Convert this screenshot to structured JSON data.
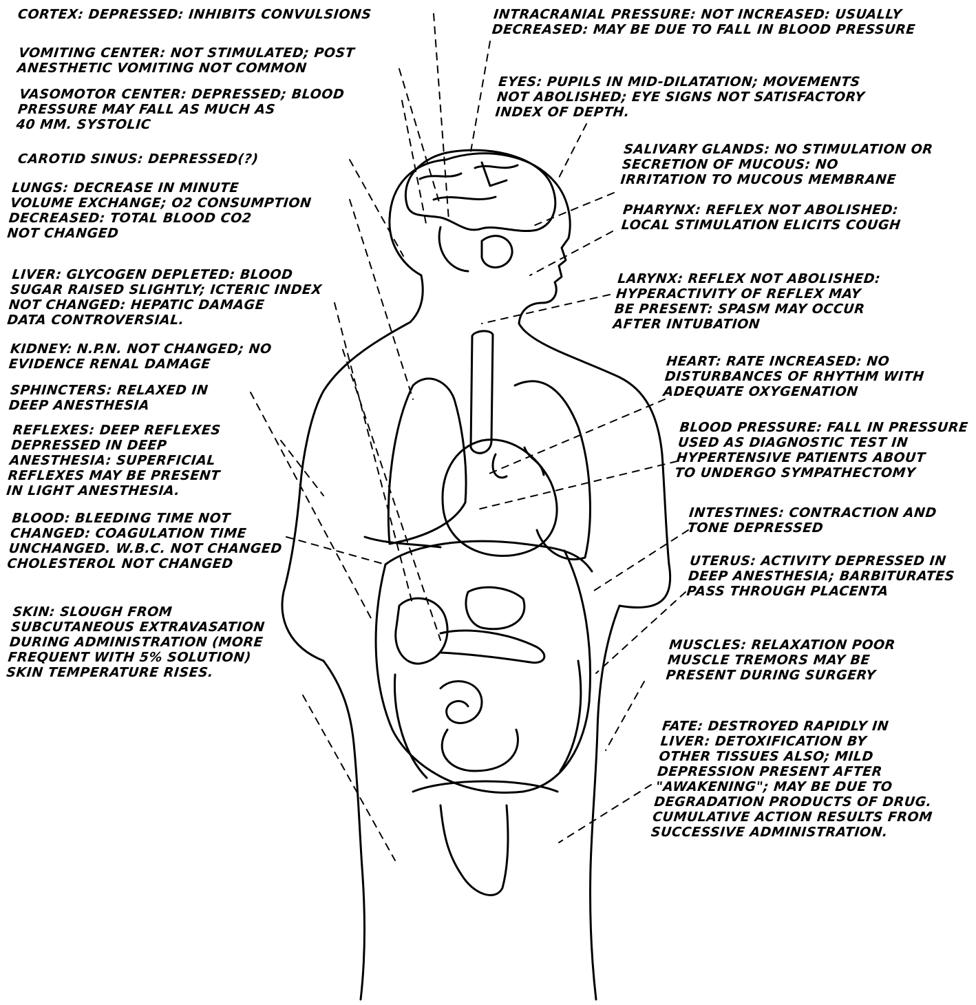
{
  "labels": {
    "cortex": [
      "CORTEX: DEPRESSED: INHIBITS CONVULSIONS"
    ],
    "vomiting": [
      "VOMITING CENTER: NOT STIMULATED; POST",
      "ANESTHETIC VOMITING NOT COMMON"
    ],
    "vasomotor": [
      "VASOMOTOR CENTER: DEPRESSED; BLOOD",
      "PRESSURE MAY FALL AS MUCH AS",
      "40 MM. SYSTOLIC"
    ],
    "carotid": [
      "CAROTID SINUS: DEPRESSED(?)"
    ],
    "lungs": [
      "LUNGS: DECREASE IN MINUTE",
      "VOLUME EXCHANGE; O2 CONSUMPTION",
      "DECREASED: TOTAL BLOOD CO2",
      "NOT CHANGED"
    ],
    "liver": [
      "LIVER: GLYCOGEN DEPLETED: BLOOD",
      "SUGAR RAISED SLIGHTLY; ICTERIC INDEX",
      "NOT CHANGED: HEPATIC DAMAGE",
      "DATA CONTROVERSIAL."
    ],
    "kidney": [
      "KIDNEY: N.P.N. NOT CHANGED; NO",
      "EVIDENCE RENAL DAMAGE"
    ],
    "sphincters": [
      "SPHINCTERS: RELAXED IN",
      "DEEP ANESTHESIA"
    ],
    "reflexes": [
      "REFLEXES: DEEP REFLEXES",
      "DEPRESSED IN DEEP",
      "ANESTHESIA: SUPERFICIAL",
      "REFLEXES MAY BE PRESENT",
      "IN LIGHT ANESTHESIA."
    ],
    "blood": [
      "BLOOD: BLEEDING TIME NOT",
      "CHANGED: COAGULATION TIME",
      "UNCHANGED. W.B.C. NOT CHANGED",
      "CHOLESTEROL NOT CHANGED"
    ],
    "skin": [
      "SKIN: SLOUGH FROM",
      "SUBCUTANEOUS EXTRAVASATION",
      "DURING ADMINISTRATION (MORE",
      "FREQUENT WITH 5% SOLUTION)",
      "SKIN TEMPERATURE RISES."
    ],
    "intracranial": [
      "INTRACRANIAL PRESSURE: NOT INCREASED: USUALLY",
      "DECREASED: MAY BE DUE TO FALL IN BLOOD PRESSURE"
    ],
    "eyes": [
      "EYES: PUPILS IN MID-DILATATION; MOVEMENTS",
      "NOT ABOLISHED; EYE SIGNS NOT SATISFACTORY",
      "INDEX OF DEPTH."
    ],
    "salivary": [
      "SALIVARY GLANDS: NO STIMULATION OR",
      "SECRETION OF MUCOUS: NO",
      "IRRITATION TO MUCOUS MEMBRANE"
    ],
    "pharynx": [
      "PHARYNX: REFLEX NOT ABOLISHED:",
      "LOCAL STIMULATION ELICITS COUGH"
    ],
    "larynx": [
      "LARYNX: REFLEX NOT ABOLISHED:",
      "HYPERACTIVITY OF REFLEX MAY",
      "BE PRESENT: SPASM MAY OCCUR",
      "AFTER INTUBATION"
    ],
    "heart": [
      "HEART: RATE INCREASED: NO",
      "DISTURBANCES OF RHYTHM WITH",
      "ADEQUATE OXYGENATION"
    ],
    "bloodpressure": [
      "BLOOD PRESSURE: FALL IN PRESSURE",
      "USED AS DIAGNOSTIC TEST IN",
      "HYPERTENSIVE PATIENTS ABOUT",
      "TO UNDERGO SYMPATHECTOMY"
    ],
    "intestines": [
      "INTESTINES: CONTRACTION AND",
      "TONE DEPRESSED"
    ],
    "uterus": [
      "UTERUS: ACTIVITY DEPRESSED IN",
      "DEEP ANESTHESIA; BARBITURATES",
      "PASS THROUGH PLACENTA"
    ],
    "muscles": [
      "MUSCLES: RELAXATION POOR",
      "MUSCLE TREMORS MAY BE",
      "PRESENT DURING SURGERY"
    ],
    "fate": [
      "FATE: DESTROYED RAPIDLY IN",
      "LIVER: DETOXIFICATION BY",
      "OTHER TISSUES ALSO; MILD",
      "DEPRESSION PRESENT AFTER",
      "\"AWAKENING\"; MAY BE DUE TO",
      "DEGRADATION PRODUCTS OF DRUG.",
      "CUMULATIVE ACTION RESULTS FROM",
      "SUCCESSIVE ADMINISTRATION."
    ]
  },
  "colors": {
    "ink": "#000000",
    "paper": "#ffffff"
  }
}
